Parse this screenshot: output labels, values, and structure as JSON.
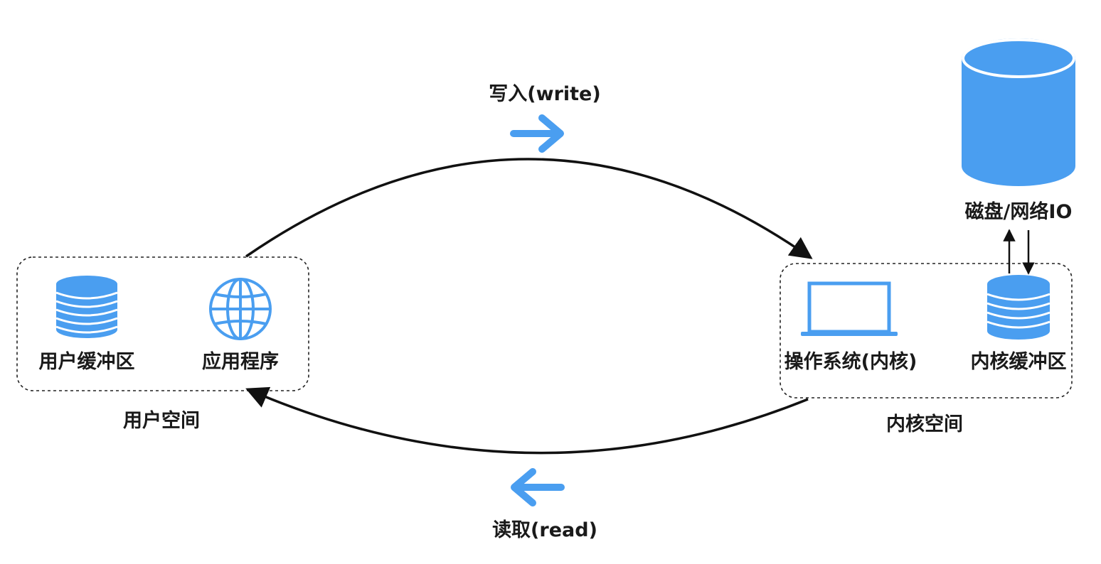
{
  "flows": {
    "write_label": "写入(write)",
    "read_label": "读取(read)"
  },
  "user_space": {
    "title": "用户空间",
    "items": [
      {
        "label": "用户缓冲区",
        "icon": "database-stack-icon"
      },
      {
        "label": "应用程序",
        "icon": "globe-icon"
      }
    ]
  },
  "kernel_space": {
    "title": "内核空间",
    "items": [
      {
        "label": "操作系统(内核)",
        "icon": "laptop-icon"
      },
      {
        "label": "内核缓冲区",
        "icon": "database-stack-icon"
      }
    ]
  },
  "storage": {
    "label": "磁盘/网络IO",
    "icon": "disk-cylinder-icon"
  },
  "colors": {
    "accent": "#4a9ef0",
    "line": "#111111",
    "text": "#1a1a1a"
  }
}
